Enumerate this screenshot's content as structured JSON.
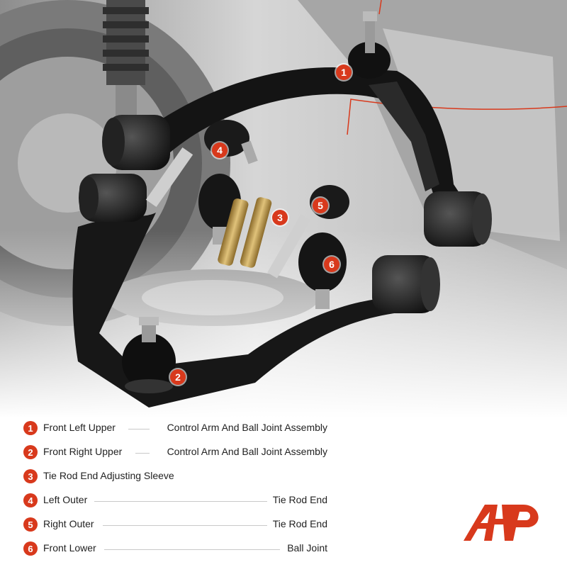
{
  "accent_color": "#d8391c",
  "callouts": [
    "1",
    "2",
    "3",
    "4",
    "5",
    "6"
  ],
  "legend": [
    {
      "num": "1",
      "left": "Front Left Upper",
      "right": "Control Arm And Ball Joint Assembly"
    },
    {
      "num": "2",
      "left": "Front Right Upper",
      "right": "Control Arm And Ball Joint Assembly"
    },
    {
      "num": "3",
      "left": "Tie Rod End Adjusting Sleeve",
      "right": ""
    },
    {
      "num": "4",
      "left": "Left Outer",
      "right": "Tie Rod End"
    },
    {
      "num": "5",
      "left": "Right Outer",
      "right": "Tie Rod End"
    },
    {
      "num": "6",
      "left": "Front Lower",
      "right": "Ball Joint"
    }
  ],
  "logo": {
    "icon": "a-premium-logo-icon"
  }
}
